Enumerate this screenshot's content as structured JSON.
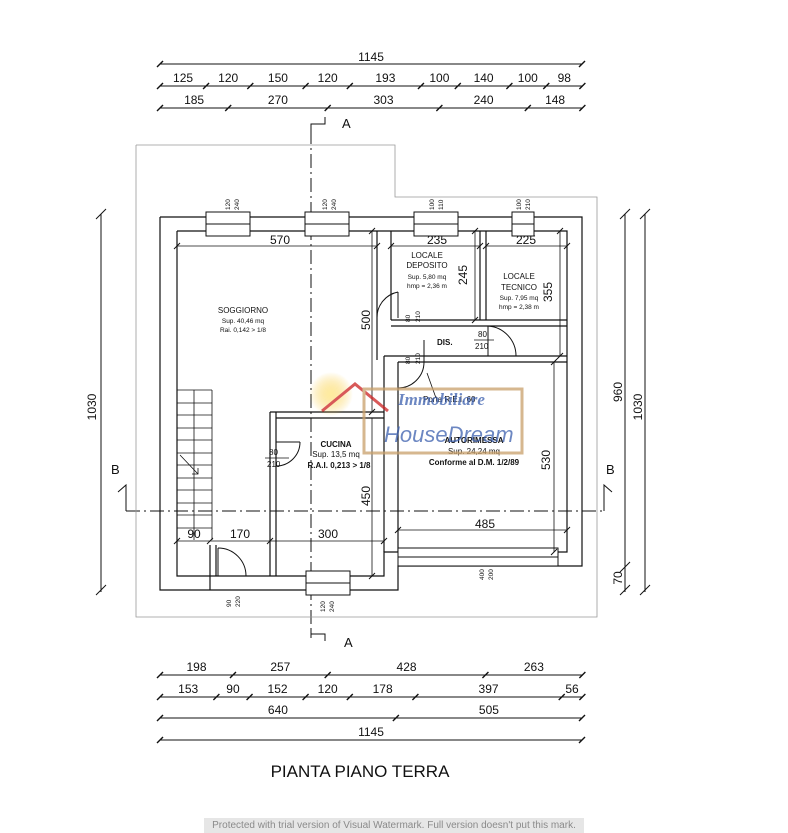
{
  "plan_title": "PIANTA PIANO TERRA",
  "section_labels": {
    "a": "A",
    "b": "B"
  },
  "dims": {
    "top_total": "1145",
    "top_row2": [
      "125",
      "120",
      "150",
      "120",
      "193",
      "100",
      "140",
      "100",
      "98"
    ],
    "top_row3": [
      "185",
      "270",
      "303",
      "240",
      "148"
    ],
    "bottom_row1": [
      "198",
      "257",
      "428",
      "263"
    ],
    "bottom_row2": [
      "153",
      "90",
      "152",
      "120",
      "178",
      "397",
      "56"
    ],
    "bottom_row3": [
      "640",
      "505"
    ],
    "bottom_total": "1145",
    "left": "1030",
    "right_inner": "960",
    "right_outer": "1030",
    "right_small": "70"
  },
  "interior": {
    "soggiorno_w": "570",
    "deposito_w": "235",
    "tecnico_w": "225",
    "h_245": "245",
    "h_355": "355",
    "h_500": "500",
    "h_450": "450",
    "h_530": "530",
    "w_485": "485",
    "w_90": "90",
    "w_170": "170",
    "w_300": "300",
    "win_top1_a": "120",
    "win_top1_b": "240",
    "win_top2_a": "120",
    "win_top2_b": "240",
    "win_top3_a": "100",
    "win_top3_b": "110",
    "win_top4_a": "100",
    "win_top4_b": "210",
    "win_bot_a": "120",
    "win_bot_b": "240",
    "garage_a": "400",
    "garage_b": "200",
    "entry_a": "90",
    "entry_b": "220",
    "door_dep_a": "80",
    "door_dep_b": "210",
    "door_dis_a": "80",
    "door_dis_b": "210",
    "door_gar_a": "80",
    "door_gar_b": "210",
    "door_cuc_a": "80",
    "door_cuc_b": "210"
  },
  "rooms": {
    "soggiorno": {
      "name": "SOGGIORNO",
      "sup": "Sup. 40,46 mq",
      "rai": "Rai. 0,142 > 1/8"
    },
    "deposito": {
      "name1": "LOCALE",
      "name2": "DEPOSITO",
      "sup": "Sup. 5,80 mq",
      "hmp": "hmp = 2,36 m"
    },
    "tecnico": {
      "name1": "LOCALE",
      "name2": "TECNICO",
      "sup": "Sup. 7,95 mq",
      "hmp": "hmp = 2,38 m"
    },
    "dis": {
      "name": "DIS."
    },
    "cucina": {
      "name": "CUCINA",
      "sup": "Sup. 13,5 mq",
      "rai": "R.A.I. 0,213 > 1/8"
    },
    "autorimessa": {
      "name": "AUTORIMESSA",
      "sup": "Sup. 24,24 mq",
      "note": "Conforme al D.M. 1/2/89"
    },
    "porta_rei": "Porta R.E.I. 60"
  },
  "logo": {
    "line1": "Immobiliare",
    "line2": "HouseDream"
  },
  "watermark": "Protected with trial version of Visual Watermark. Full version doesn't put this mark.",
  "colors": {
    "line": "#111111",
    "logo_blue": "#3b5fae",
    "logo_red": "#cc2222",
    "logo_sun": "#f5b800",
    "logo_frame": "#c9a06a"
  }
}
